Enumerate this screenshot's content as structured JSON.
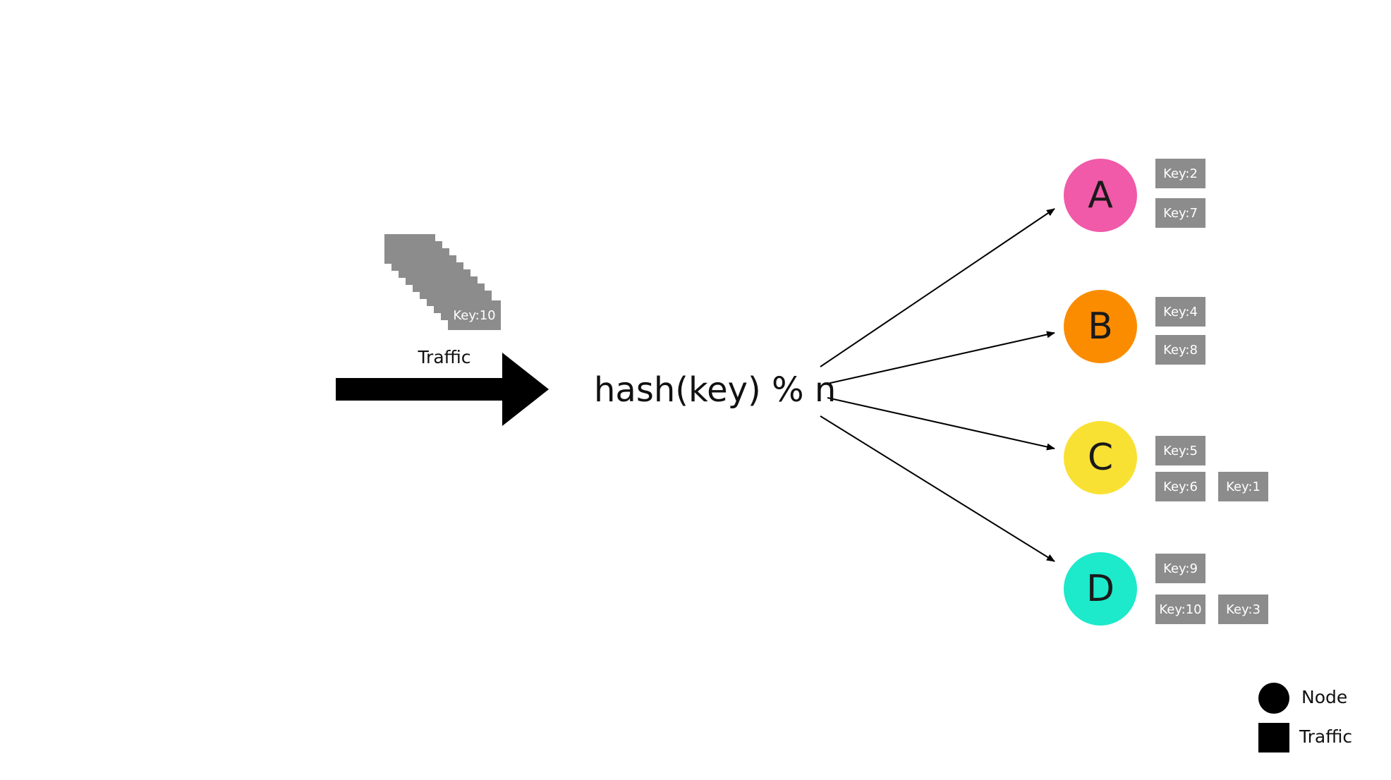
{
  "traffic": {
    "label": "Traffic",
    "incoming_key": "Key:10"
  },
  "formula": "hash(key) % n",
  "nodes": [
    {
      "name": "A",
      "color": "#f05aa8",
      "keys": [
        "Key:2",
        "Key:7"
      ]
    },
    {
      "name": "B",
      "color": "#fb8c00",
      "keys": [
        "Key:4",
        "Key:8"
      ]
    },
    {
      "name": "C",
      "color": "#f9e133",
      "keys": [
        "Key:5",
        "Key:6",
        "Key:1"
      ]
    },
    {
      "name": "D",
      "color": "#1de9cb",
      "keys": [
        "Key:9",
        "Key:10",
        "Key:3"
      ]
    }
  ],
  "legend": {
    "node_label": "Node",
    "traffic_label": "Traffic"
  },
  "colors": {
    "key_box": "#8c8c8c",
    "arrow": "#000000"
  }
}
